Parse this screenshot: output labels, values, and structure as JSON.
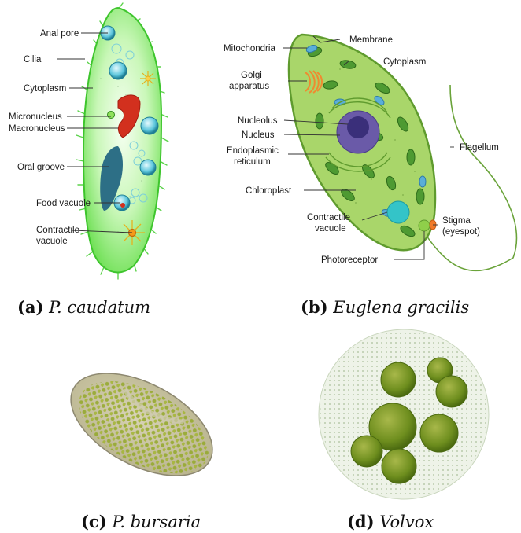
{
  "panels": {
    "a": {
      "tag": "(a)",
      "caption": "P. caudatum",
      "labels": {
        "anal_pore": "Anal pore",
        "cilia": "Cilia",
        "cytoplasm": "Cytoplasm",
        "micronucleus": "Micronucleus",
        "macronucleus": "Macronucleus",
        "oral_groove": "Oral groove",
        "food_vacuole": "Food vacuole",
        "contractile_vacuole_line1": "Contractile",
        "contractile_vacuole_line2": "vacuole"
      }
    },
    "b": {
      "tag": "(b)",
      "caption": "Euglena gracilis",
      "labels": {
        "mitochondria": "Mitochondria",
        "membrane": "Membrane",
        "cytoplasm": "Cytoplasm",
        "golgi_line1": "Golgi",
        "golgi_line2": "apparatus",
        "nucleolus": "Nucleolus",
        "nucleus": "Nucleus",
        "er_line1": "Endoplasmic",
        "er_line2": "reticulum",
        "flagellum": "Flagellum",
        "chloroplast": "Chloroplast",
        "contractile_line1": "Contractile",
        "contractile_line2": "vacuole",
        "stigma_line1": "Stigma",
        "stigma_line2": "(eyespot)",
        "photoreceptor": "Photoreceptor"
      }
    },
    "c": {
      "tag": "(c)",
      "caption": "P. bursaria"
    },
    "d": {
      "tag": "(d)",
      "caption": "Volvox"
    }
  },
  "colors": {
    "paramecium_body": "#7ee86a",
    "paramecium_outline": "#3ec52d",
    "macronucleus": "#d2301e",
    "oral_groove": "#2d6f86",
    "euglena_body": "#a9d66a",
    "euglena_outline": "#5f9b2e",
    "chloroplast": "#4e9a32",
    "nucleus": "#6a5aa8",
    "nucleolus": "#3a2f7a",
    "contractile_vacuole": "#34c4c8",
    "stigma": "#f07a2a",
    "volvox_colony": "#6e8e1e"
  }
}
